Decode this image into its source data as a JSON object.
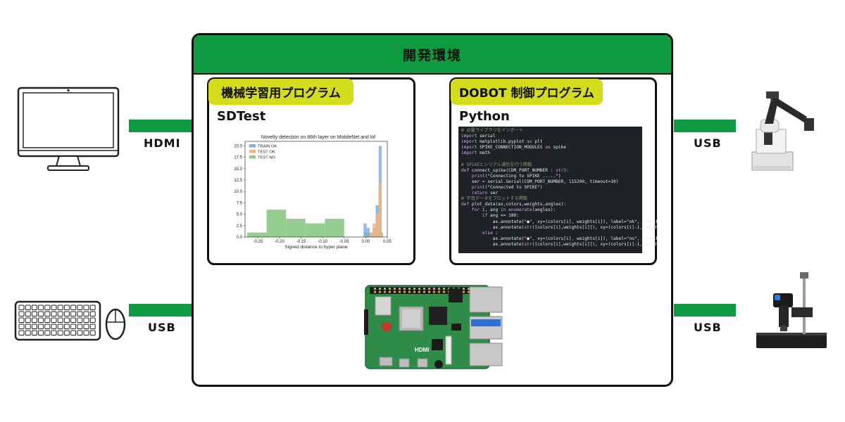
{
  "env": {
    "title": "開発環境"
  },
  "left_panel": {
    "tag": "機械学習用プログラム",
    "subtitle": "SDTest",
    "chart_data": {
      "type": "bar",
      "title": "Novelty detection on 86th layer on MobileNet and lof",
      "xlabel": "Signed distance to hyper plane",
      "ylabel": "",
      "xlim": [
        -0.28,
        0.05
      ],
      "ylim": [
        0,
        21
      ],
      "xticks": [
        -0.25,
        -0.2,
        -0.15,
        -0.1,
        -0.05,
        0.0,
        0.05
      ],
      "xtick_labels": [
        "-0.25",
        "-0.20",
        "-0.15",
        "-0.10",
        "-0.05",
        "0.00",
        "0.05"
      ],
      "yticks": [
        0.0,
        2.5,
        5.0,
        7.5,
        10.0,
        12.5,
        15.0,
        17.5,
        20.0
      ],
      "ytick_labels": [
        "0.0",
        "2.5",
        "5.0",
        "7.5",
        "10.0",
        "12.5",
        "15.0",
        "17.5",
        "20.0"
      ],
      "legend": "top-left",
      "series": [
        {
          "name": "TRAIN OK",
          "color": "#7fb0dc",
          "bins": [
            [
              -0.005,
              0.002,
              3
            ],
            [
              0.002,
              0.009,
              2
            ],
            [
              0.009,
              0.016,
              1
            ],
            [
              0.016,
              0.023,
              2
            ],
            [
              0.023,
              0.03,
              7
            ],
            [
              0.03,
              0.037,
              20
            ]
          ]
        },
        {
          "name": "TEST OK",
          "color": "#f2b47e",
          "bins": [
            [
              0.009,
              0.016,
              1
            ],
            [
              0.016,
              0.023,
              3
            ],
            [
              0.023,
              0.03,
              5
            ],
            [
              0.03,
              0.037,
              12
            ]
          ]
        },
        {
          "name": "TEST NG",
          "color": "#8fca8a",
          "bins": [
            [
              -0.275,
              -0.23,
              1
            ],
            [
              -0.23,
              -0.185,
              6
            ],
            [
              -0.185,
              -0.14,
              4
            ],
            [
              -0.14,
              -0.095,
              3
            ],
            [
              -0.095,
              -0.05,
              4
            ],
            [
              -0.05,
              -0.005,
              0
            ],
            [
              -0.005,
              0.04,
              1
            ]
          ]
        }
      ]
    }
  },
  "right_panel": {
    "tag": "DOBOT 制御プログラム",
    "subtitle": "Python",
    "code_lines": [
      "# 必要ライブラリをインポート",
      "import serial",
      "import matplotlib.pyplot as plt",
      "import SPIKE_CONNECTION_MODULES as spike",
      "import math",
      "",
      "# SPIKEとシリアル通信を行う関数",
      "def connect_spike(COM_PORT_NUMBER : str):",
      "    print(\"Connecting to SPIKE .....\")",
      "    ser = serial.Serial(COM_PORT_NUMBER, 115200, timeout=10)",
      "    print(\"Connected to SPIKE\")",
      "    return ser",
      "# 学習データをプロットする関数",
      "def plot_data(ax,colors,weights,angles):",
      "    for i, ang in enumerate(angles):",
      "        if ang <= 180:",
      "            ax.annotate(\"●\", xy=(colors[i], weights[i]), label=\"ok\", size=1",
      "            ax.annotate(str([colors[i],weights[i]]), xy=(colors[i]-1, weigh",
      "        else :",
      "            ax.annotate(\"●\", xy=(colors[i], weights[i]), label=\"no\", size=1",
      "            ax.annotate(str([colors[i],weights[i]]), xy=(colors[i]-1, weigh"
    ]
  },
  "connections": {
    "monitor": "HDMI",
    "keyboard": "USB",
    "robot": "USB",
    "microscope": "USB"
  },
  "board_silkscreen": {
    "logo": "HDMI"
  }
}
